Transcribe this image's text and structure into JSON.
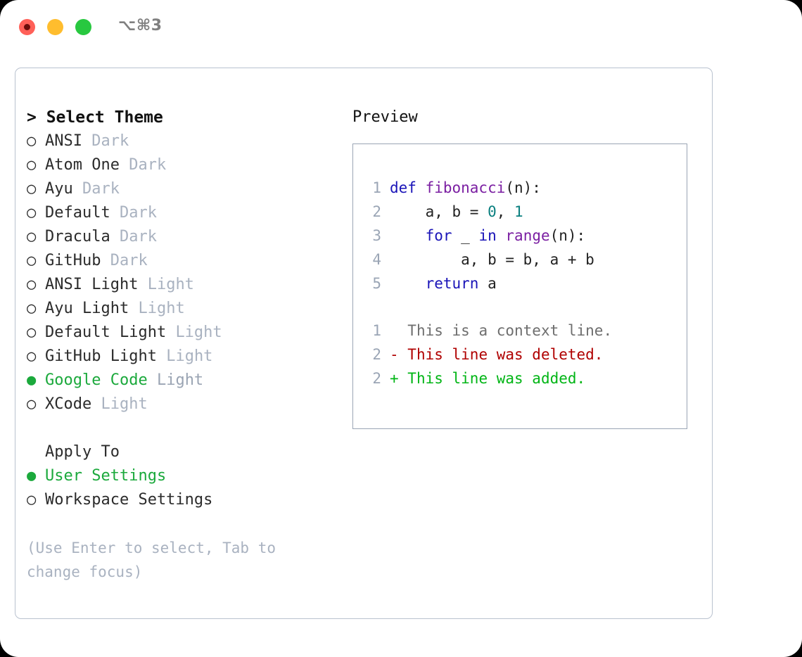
{
  "titlebar": {
    "traffic_lights": [
      {
        "name": "close",
        "color": "#ff6058"
      },
      {
        "name": "minimize",
        "color": "#ffbd2e"
      },
      {
        "name": "maximize",
        "color": "#28c840"
      }
    ],
    "recording_indicator_color": "#6b0d0a",
    "shortcut": "⌥⌘3"
  },
  "theme_picker": {
    "title": "> Select Theme",
    "selected_color": "#1ba93c",
    "variant_color": "#a9b2c0",
    "bullet_unselected": "○",
    "bullet_selected": "●",
    "options": [
      {
        "label": "ANSI",
        "variant": "Dark",
        "selected": false
      },
      {
        "label": "Atom One",
        "variant": "Dark",
        "selected": false
      },
      {
        "label": "Ayu",
        "variant": "Dark",
        "selected": false
      },
      {
        "label": "Default",
        "variant": "Dark",
        "selected": false
      },
      {
        "label": "Dracula",
        "variant": "Dark",
        "selected": false
      },
      {
        "label": "GitHub",
        "variant": "Dark",
        "selected": false
      },
      {
        "label": "ANSI Light",
        "variant": "Light",
        "selected": false
      },
      {
        "label": "Ayu Light",
        "variant": "Light",
        "selected": false
      },
      {
        "label": "Default Light",
        "variant": "Light",
        "selected": false
      },
      {
        "label": "GitHub Light",
        "variant": "Light",
        "selected": false
      },
      {
        "label": "Google Code",
        "variant": "Light",
        "selected": true
      },
      {
        "label": "XCode",
        "variant": "Light",
        "selected": false
      }
    ]
  },
  "apply_to": {
    "title": "Apply To",
    "options": [
      {
        "label": "User Settings",
        "selected": true
      },
      {
        "label": "Workspace Settings",
        "selected": false
      }
    ]
  },
  "hint": "(Use Enter to select, Tab to change focus)",
  "preview": {
    "heading": "Preview",
    "border_color": "#9aa5b5",
    "gutter_color": "#9aa5b5",
    "code_lines": [
      {
        "number": "1",
        "tokens": [
          {
            "text": "def ",
            "kind": "kw"
          },
          {
            "text": "fibonacci",
            "kind": "fn"
          },
          {
            "text": "(n):",
            "kind": "punc"
          }
        ]
      },
      {
        "number": "2",
        "tokens": [
          {
            "text": "    a, b = ",
            "kind": "ident"
          },
          {
            "text": "0",
            "kind": "num"
          },
          {
            "text": ", ",
            "kind": "punc"
          },
          {
            "text": "1",
            "kind": "num"
          }
        ]
      },
      {
        "number": "3",
        "tokens": [
          {
            "text": "    ",
            "kind": "ident"
          },
          {
            "text": "for",
            "kind": "kw"
          },
          {
            "text": " _ ",
            "kind": "ident"
          },
          {
            "text": "in",
            "kind": "kw"
          },
          {
            "text": " ",
            "kind": "ident"
          },
          {
            "text": "range",
            "kind": "fn"
          },
          {
            "text": "(n):",
            "kind": "punc"
          }
        ]
      },
      {
        "number": "4",
        "tokens": [
          {
            "text": "        a, b = b, a + b",
            "kind": "ident"
          }
        ]
      },
      {
        "number": "5",
        "tokens": [
          {
            "text": "    ",
            "kind": "ident"
          },
          {
            "text": "return",
            "kind": "kw"
          },
          {
            "text": " a",
            "kind": "ident"
          }
        ]
      }
    ],
    "diff_lines": [
      {
        "number": "1",
        "marker": " ",
        "text": " This is a context line.",
        "kind": "ctx"
      },
      {
        "number": "2",
        "marker": "-",
        "text": " This line was deleted.",
        "kind": "del"
      },
      {
        "number": "2",
        "marker": "+",
        "text": " This line was added.",
        "kind": "add"
      }
    ],
    "diff_colors": {
      "context": "#6e6e6e",
      "deleted": "#b00000",
      "added": "#00b515"
    },
    "syntax_colors": {
      "keyword": "#1a14b8",
      "function": "#7b1fa2",
      "number": "#0a7f7f",
      "text": "#222222"
    }
  }
}
